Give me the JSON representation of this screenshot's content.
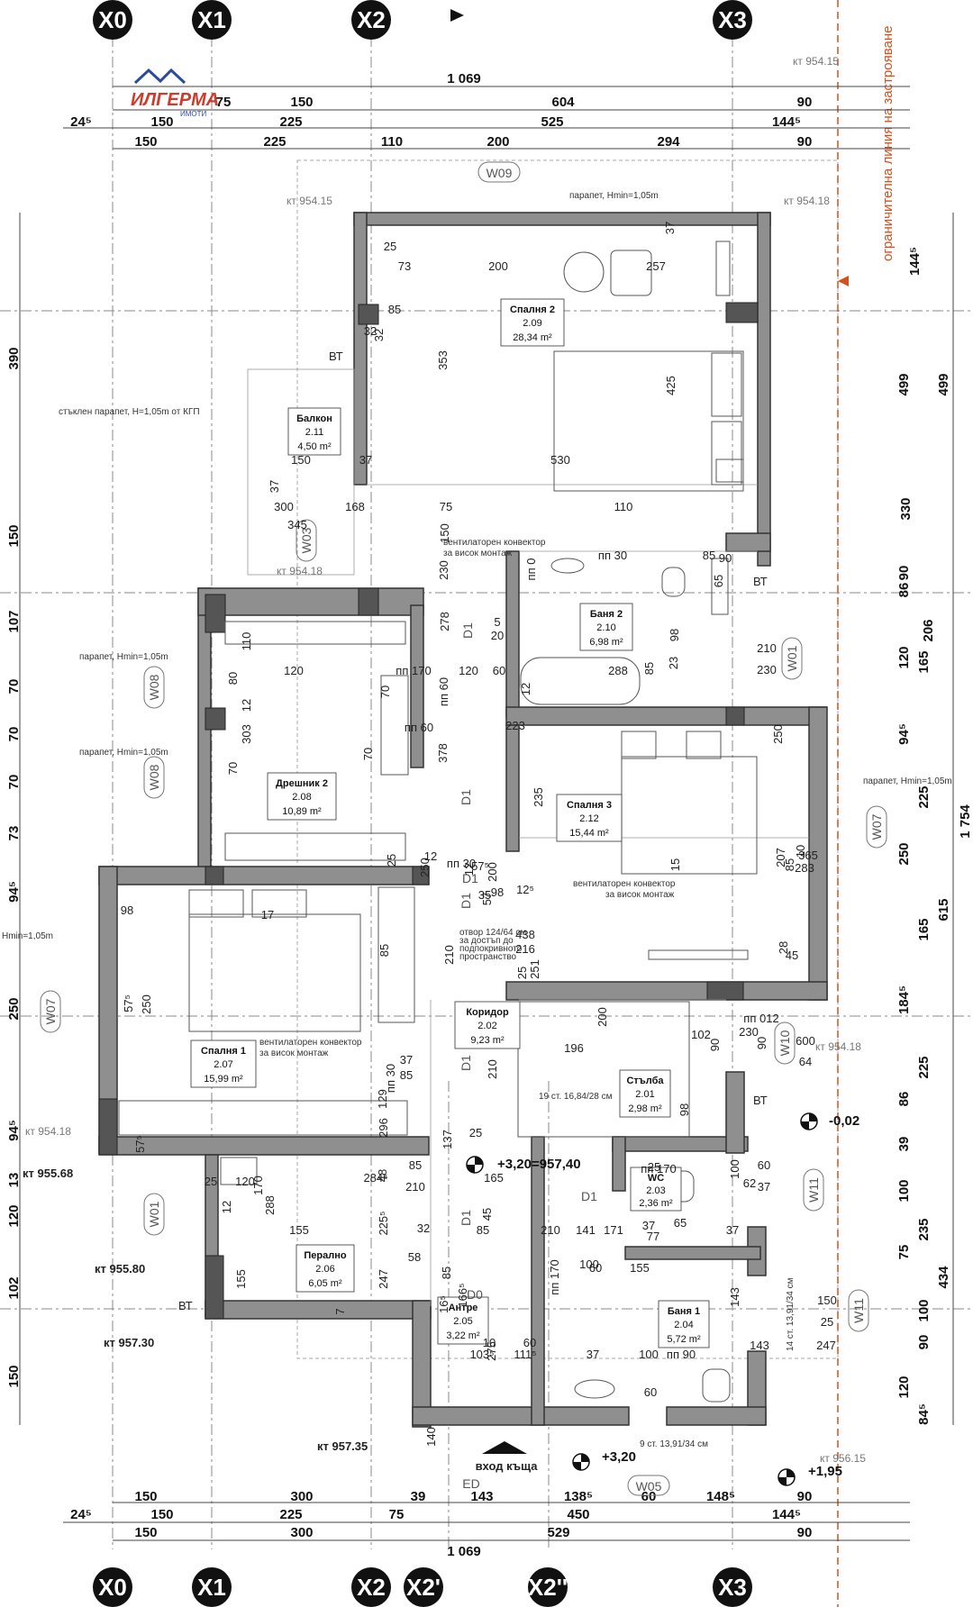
{
  "logo": {
    "brand": "ИЛГЕРМА",
    "sub": "ИМОТИ"
  },
  "axes_top": [
    "X0",
    "X1",
    "X2",
    "X3"
  ],
  "axes_bottom": [
    "X0",
    "X1",
    "X2",
    "X2'",
    "X2''",
    "X3"
  ],
  "top_dims": {
    "overall": "1 069",
    "row1": [
      "75",
      "150",
      "604",
      "90"
    ],
    "row2": [
      "24⁵",
      "150",
      "225",
      "525",
      "144⁵"
    ],
    "row3": [
      "150",
      "225",
      "110",
      "200",
      "294",
      "90"
    ]
  },
  "bottom_dims": {
    "row1": [
      "150",
      "300",
      "39",
      "143",
      "138⁵",
      "60",
      "148⁵",
      "90"
    ],
    "row2": [
      "24⁵",
      "150",
      "225",
      "75",
      "450",
      "144⁵"
    ],
    "row3": [
      "150",
      "300",
      "529",
      "90"
    ],
    "overall": "1 069"
  },
  "left_dims": [
    "390",
    "150",
    "107",
    "70",
    "70",
    "70",
    "73",
    "94⁵",
    "250",
    "94⁵",
    "13",
    "120",
    "102",
    "150"
  ],
  "right_dims": {
    "outer": "1 754",
    "col1": [
      "499",
      "615",
      "434"
    ],
    "col2": [
      "144⁵",
      "499",
      "206",
      "94⁵",
      "225",
      "184⁵",
      "225",
      "39",
      "235",
      "100",
      "90",
      "84⁵"
    ],
    "col3": [
      "330",
      "90",
      "86",
      "120",
      "165",
      "250",
      "165",
      "86",
      "100",
      "75",
      "120"
    ]
  },
  "boundary_label": "ограничителна линия на застрояване",
  "elevations": [
    "кт 954.15",
    "кт 954.15",
    "кт 954.18",
    "кт 954.18",
    "кт 954.18",
    "кт 954.18",
    "кт 955.68",
    "кт 955.80",
    "кт 957.30",
    "кт 957.35",
    "кт 956.15"
  ],
  "levels": {
    "main": "+3,20=957,40",
    "right": "-0,02",
    "entry": "+3,20",
    "bottom_right": "+1,95"
  },
  "rooms": [
    {
      "name": "Спалня 2",
      "num": "2.09",
      "area": "28,34 m²"
    },
    {
      "name": "Балкон",
      "num": "2.11",
      "area": "4,50 m²"
    },
    {
      "name": "Баня 2",
      "num": "2.10",
      "area": "6,98 m²"
    },
    {
      "name": "Дрешник 2",
      "num": "2.08",
      "area": "10,89 m²"
    },
    {
      "name": "Спалня 3",
      "num": "2.12",
      "area": "15,44 m²"
    },
    {
      "name": "Спалня 1",
      "num": "2.07",
      "area": "15,99 m²"
    },
    {
      "name": "Коридор",
      "num": "2.02",
      "area": "9,23 m²"
    },
    {
      "name": "Стълба",
      "num": "2.01",
      "area": "2,98 m²"
    },
    {
      "name": "WC",
      "num": "2.03",
      "area": "2,36 m²"
    },
    {
      "name": "Перално",
      "num": "2.06",
      "area": "6,05 m²"
    },
    {
      "name": "Антре",
      "num": "2.05",
      "area": "3,22 m²"
    },
    {
      "name": "Баня 1",
      "num": "2.04",
      "area": "5,72 m²"
    }
  ],
  "windows": [
    "W09",
    "W03",
    "W08",
    "W08",
    "W07",
    "W07",
    "W01",
    "W01",
    "W10",
    "W11",
    "W11",
    "W05"
  ],
  "doors": [
    "D1",
    "D1",
    "D1",
    "D1",
    "D1",
    "D1",
    "D1",
    "D0",
    "ED"
  ],
  "notes": {
    "parapet_top": "парапет, Hmin=1,05m",
    "glass_parapet": "стъклен парапет, H=1,05m от КГП",
    "parapet_w08a": "парапет, Hmin=1,05m",
    "parapet_w08b": "парапет, Hmin=1,05m",
    "parapet_right": "парапет, Hmin=1,05m",
    "parapet_left": "Hmin=1,05m",
    "convector_1": "вентилаторен конвектор",
    "convector_1b": "за висок монтаж",
    "convector_2": "вентилаторен конвектор",
    "convector_2b": "за висок монтаж",
    "convector_3": "вентилаторен конвектор",
    "convector_3b": "за висок монтаж",
    "attic_1": "отвор 124/64 см",
    "attic_2": "за достъп до",
    "attic_3": "подпокривното",
    "attic_4": "пространство",
    "stairs_upper": "19 ст. 16,84/28 см",
    "stairs_lower": "9 ст. 13,91/34 см",
    "stairs_right": "14 ст. 13,91/34 см",
    "entry": "вход къща"
  },
  "vt_labels": [
    "ВТ",
    "ВТ",
    "ВТ",
    "ВТ"
  ],
  "inner_dims": [
    "85",
    "25",
    "73",
    "200",
    "257",
    "37",
    "32",
    "32",
    "353",
    "425",
    "530",
    "37",
    "150",
    "37",
    "300",
    "168",
    "75",
    "110",
    "345",
    "150",
    "230",
    "пп 0",
    "пп 30",
    "85",
    "90",
    "65",
    "278",
    "5",
    "20",
    "98",
    "23",
    "85",
    "210",
    "230",
    "120",
    "пп 170",
    "120",
    "60",
    "288",
    "12",
    "110",
    "12",
    "303",
    "80",
    "70",
    "70",
    "70",
    "пп 60",
    "пп 60",
    "223",
    "378",
    "235",
    "15",
    "85",
    "10",
    "283",
    "207",
    "365",
    "250",
    "пп 30",
    "250",
    "200",
    "57⁵",
    "25",
    "12",
    "12",
    "98",
    "57",
    "12⁵",
    "35",
    "17",
    "85",
    "210",
    "438",
    "216",
    "251",
    "25",
    "28",
    "45",
    "98",
    "57⁵",
    "250",
    "пп 30",
    "37",
    "85",
    "210",
    "200",
    "196",
    "102",
    "90",
    "пп 012",
    "90",
    "230",
    "600",
    "64",
    "129",
    "296",
    "137",
    "25",
    "98",
    "57⁵",
    "48",
    "85",
    "210",
    "225⁵",
    "284⁵",
    "165",
    "45",
    "25",
    "пп 170",
    "100",
    "60",
    "37",
    "62",
    "25",
    "120",
    "170",
    "288",
    "12",
    "155",
    "32",
    "85",
    "210",
    "141",
    "171",
    "37",
    "65",
    "77",
    "37",
    "155",
    "247",
    "58",
    "7",
    "85",
    "16⁵",
    "166⁵",
    "пп 170",
    "100",
    "60",
    "155",
    "143",
    "150",
    "25",
    "10",
    "103⁵",
    "275",
    "60",
    "111⁵",
    "37",
    "100",
    "пп 90",
    "143",
    "247",
    "60",
    "140"
  ]
}
